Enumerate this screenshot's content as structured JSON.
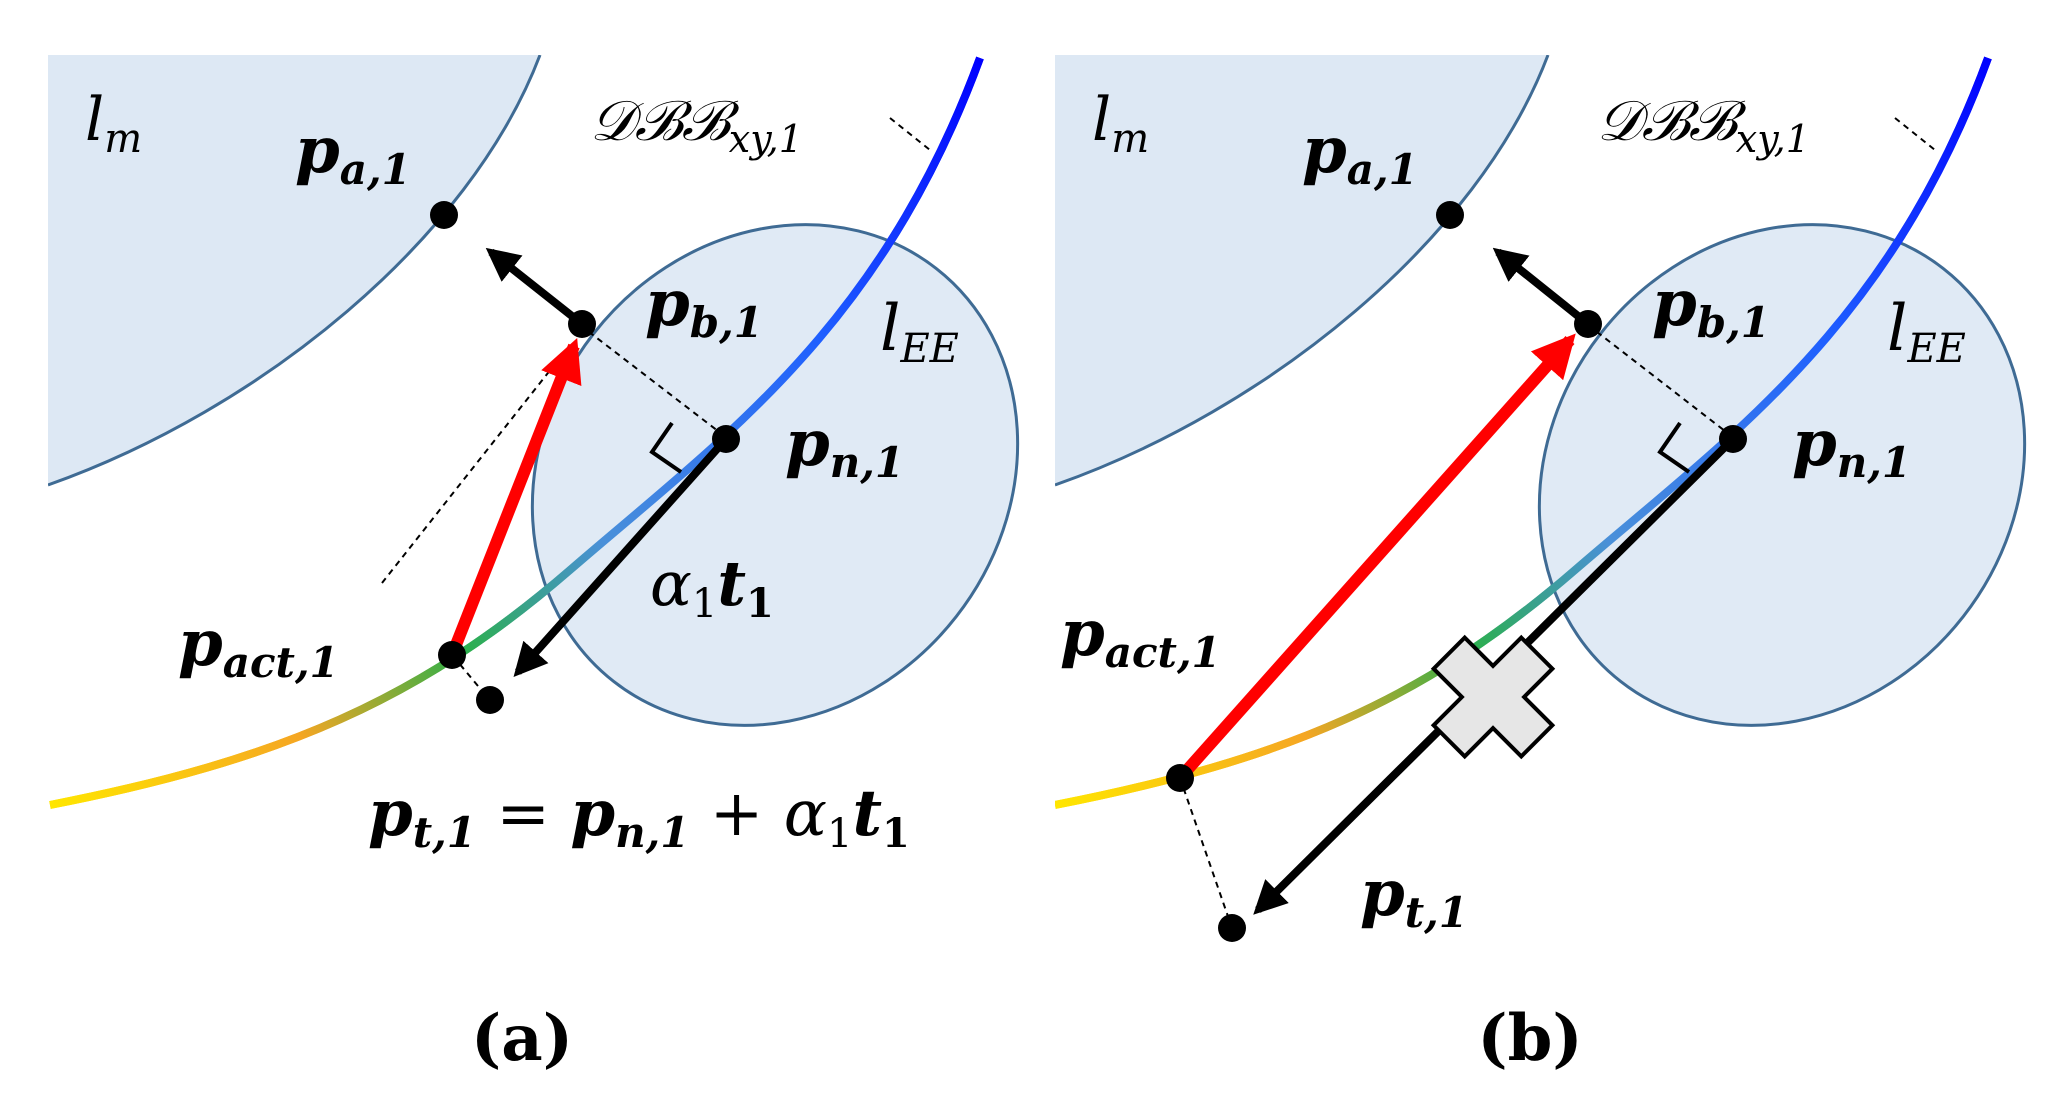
{
  "panels": [
    {
      "id": "a",
      "caption": "(a)",
      "labels": {
        "lm_main": "l",
        "lm_sub": "m",
        "dbb_main": "𝒟ℬℬ",
        "dbb_sub": "xy,1",
        "pa_main": "p",
        "pa_sub": "a,1",
        "pb_main": "p",
        "pb_sub": "b,1",
        "lee_main": "l",
        "lee_sub": "EE",
        "pn_main": "p",
        "pn_sub": "n,1",
        "alpha_main": "α",
        "alpha_sub": "1",
        "alpha_t": "t",
        "alpha_t_sub": "1",
        "pact_main": "p",
        "pact_sub": "act,1",
        "eq_p1": "p",
        "eq_s1": "t,1",
        "eq_eq": " = ",
        "eq_p2": "p",
        "eq_s2": "n,1",
        "eq_plus": " + α",
        "eq_a_sub": "1",
        "eq_t": "t",
        "eq_t_sub": "1"
      }
    },
    {
      "id": "b",
      "caption": "(b)",
      "labels": {
        "lm_main": "l",
        "lm_sub": "m",
        "dbb_main": "𝒟ℬℬ",
        "dbb_sub": "xy,1",
        "pa_main": "p",
        "pa_sub": "a,1",
        "pb_main": "p",
        "pb_sub": "b,1",
        "lee_main": "l",
        "lee_sub": "EE",
        "pn_main": "p",
        "pn_sub": "n,1",
        "pact_main": "p",
        "pact_sub": "act,1",
        "pt_main": "p",
        "pt_sub": "t,1"
      }
    }
  ],
  "colors": {
    "region_fill": "#dde8f4",
    "region_stroke": "#3f6b94",
    "arrow_red": "#ff0000",
    "arrow_black": "#000000",
    "cross_fill": "#e6e6e6"
  }
}
